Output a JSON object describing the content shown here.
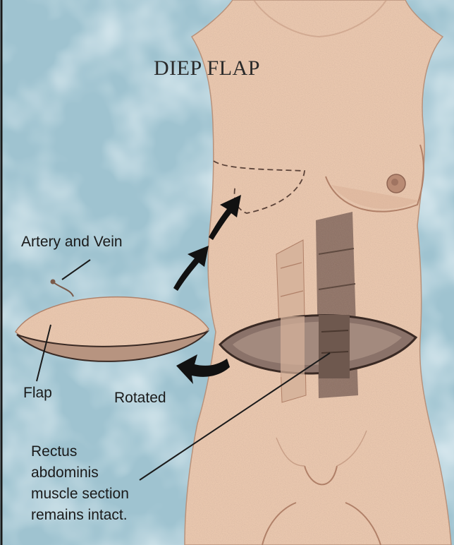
{
  "title": "DIEP FLAP",
  "labels": {
    "artery_and_vein": "Artery and Vein",
    "flap": "Flap",
    "rotated": "Rotated",
    "rectus_lines": [
      "Rectus",
      "abdominis",
      "muscle section",
      "remains intact."
    ]
  },
  "colors": {
    "background": "#9fc3d0",
    "skin": "#e9c7ae",
    "skin_shadow": "#c9a088",
    "muscle": "#7f6a60",
    "outline": "#3a2a24",
    "arrow": "#111111"
  }
}
